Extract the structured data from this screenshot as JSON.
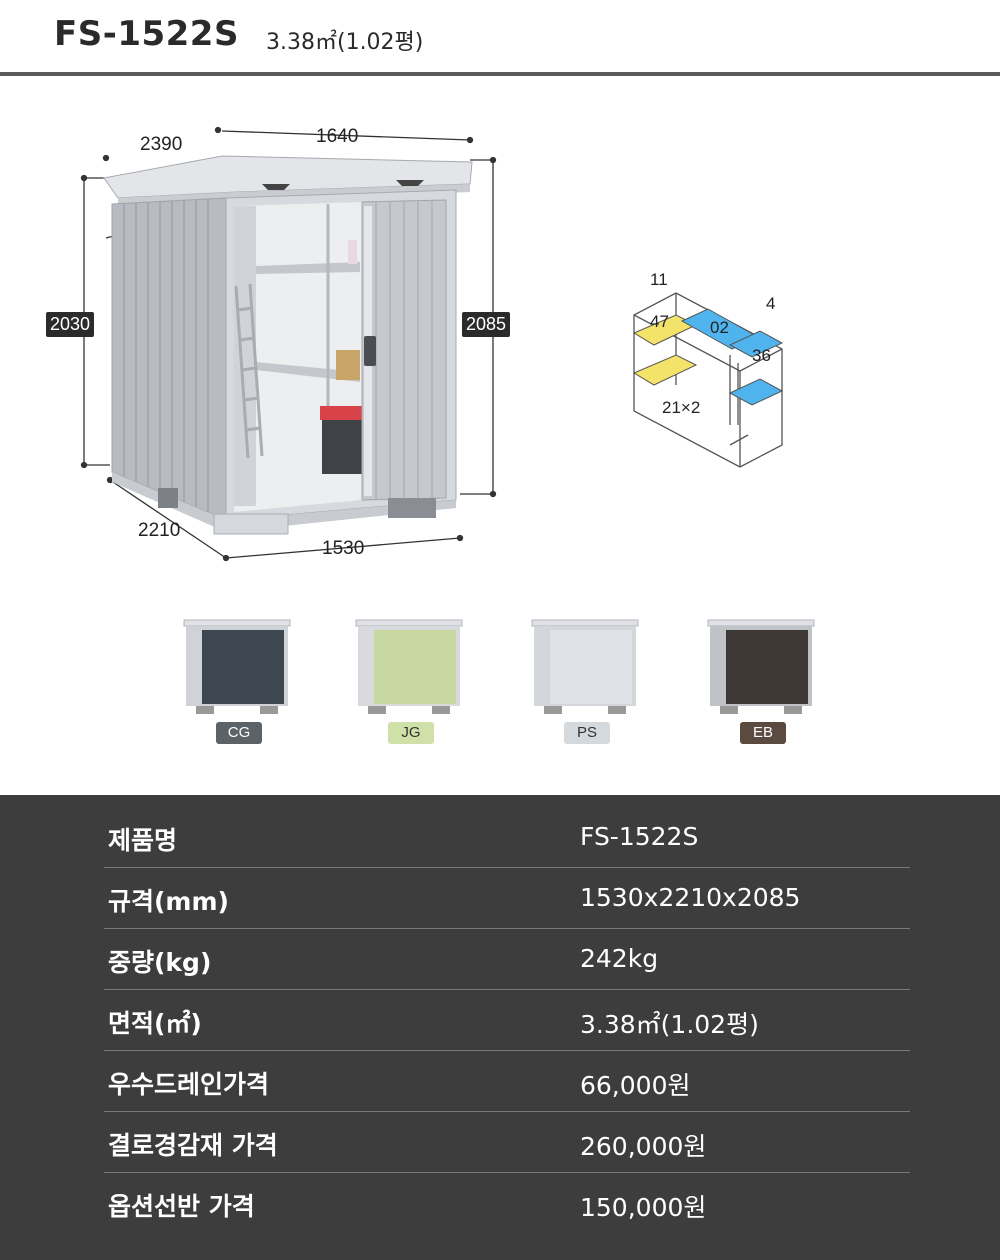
{
  "header": {
    "model": "FS-1522S",
    "area": "3.38㎡(1.02평)"
  },
  "dimensions": {
    "depth_top": "2390",
    "width_top": "1640",
    "height_front": "2030",
    "height_back": "2085",
    "depth_bottom": "2210",
    "width_bottom": "1530"
  },
  "shelf_diagram": {
    "labels": [
      "11",
      "47",
      "02",
      "4",
      "36",
      "21×2"
    ],
    "colors": {
      "yellow": "#f4e36a",
      "blue": "#4fb4ee"
    }
  },
  "colors": [
    {
      "code": "CG",
      "door": "#3e4650",
      "tag_bg": "#5b6268",
      "tag_fg": "#ffffff"
    },
    {
      "code": "JG",
      "door": "#c7d8a0",
      "tag_bg": "#cfe0a8",
      "tag_fg": "#333333"
    },
    {
      "code": "PS",
      "door": "#dfe2e6",
      "tag_bg": "#d4d9de",
      "tag_fg": "#333333"
    },
    {
      "code": "EB",
      "door": "#3d3833",
      "tag_bg": "#5a4a40",
      "tag_fg": "#ffffff"
    }
  ],
  "specs": [
    {
      "label": "제품명",
      "value": "FS-1522S"
    },
    {
      "label": "규격(mm)",
      "value": "1530x2210x2085"
    },
    {
      "label": "중량(kg)",
      "value": "242kg"
    },
    {
      "label": "면적(㎡)",
      "value": "3.38㎡(1.02평)"
    },
    {
      "label": "우수드레인가격",
      "value": "66,000원"
    },
    {
      "label": "결로경감재 가격",
      "value": "260,000원"
    },
    {
      "label": "옵션선반 가격",
      "value": "150,000원"
    }
  ]
}
